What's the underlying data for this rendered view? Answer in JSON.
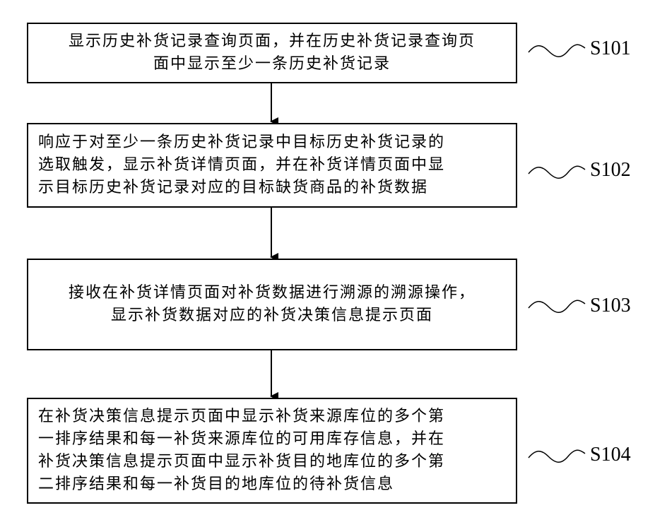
{
  "steps": [
    {
      "id": "S101",
      "lines": [
        "显示历史补货记录查询页面，并在历史补货记录查询页",
        "面中显示至少一条历史补货记录"
      ]
    },
    {
      "id": "S102",
      "lines": [
        "响应于对至少一条历史补货记录中目标历史补货记录的",
        "选取触发，显示补货详情页面，并在补货详情页面中显",
        "示目标历史补货记录对应的目标缺货商品的补货数据"
      ]
    },
    {
      "id": "S103",
      "lines": [
        "接收在补货详情页面对补货数据进行溯源的溯源操作，",
        "显示补货数据对应的补货决策信息提示页面"
      ]
    },
    {
      "id": "S104",
      "lines": [
        "在补货决策信息提示页面中显示补货来源库位的多个第",
        "一排序结果和每一补货来源库位的可用库存信息，并在",
        "补货决策信息提示页面中显示补货目的地库位的多个第",
        "二排序结果和每一补货目的地库位的待补货信息"
      ]
    }
  ]
}
